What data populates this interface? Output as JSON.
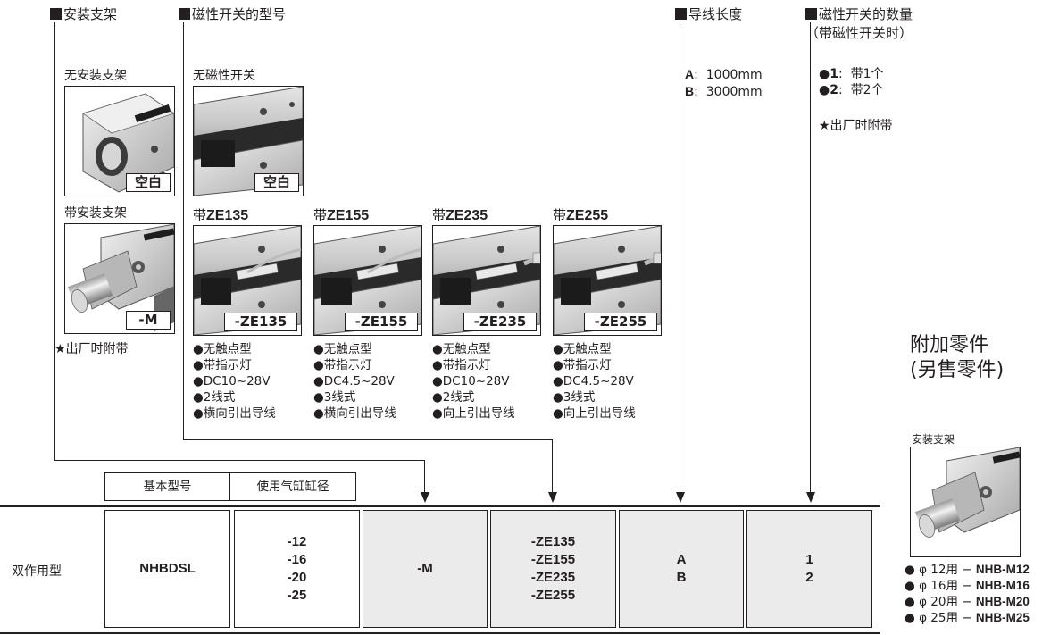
{
  "headers": {
    "bracket": "安装支架",
    "switch_model": "磁性开关的型号",
    "lead_length": "导线长度",
    "switch_count": "磁性开关的数量",
    "switch_count_sub": "（带磁性开关时）"
  },
  "bracket_options": {
    "none_label": "无安装支架",
    "none_code": "空白",
    "with_label": "带安装支架",
    "with_code": "-M",
    "note": "★出厂时附带"
  },
  "switch_none": {
    "label": "无磁性开关",
    "code": "空白"
  },
  "switches": [
    {
      "prefix": "带",
      "model": "ZE135",
      "code": "-ZE135",
      "features": [
        "●无触点型",
        "●带指示灯",
        "●DC10~28V",
        "●2线式",
        "●横向引出导线"
      ]
    },
    {
      "prefix": "带",
      "model": "ZE155",
      "code": "-ZE155",
      "features": [
        "●无触点型",
        "●带指示灯",
        "●DC4.5~28V",
        "●3线式",
        "●横向引出导线"
      ]
    },
    {
      "prefix": "带",
      "model": "ZE235",
      "code": "-ZE235",
      "features": [
        "●无触点型",
        "●带指示灯",
        "●DC10~28V",
        "●2线式",
        "●向上引出导线"
      ]
    },
    {
      "prefix": "带",
      "model": "ZE255",
      "code": "-ZE255",
      "features": [
        "●无触点型",
        "●带指示灯",
        "●DC4.5~28V",
        "●3线式",
        "●向上引出导线"
      ]
    }
  ],
  "lead_options": [
    {
      "code": "A",
      "value": "1000mm"
    },
    {
      "code": "B",
      "value": "3000mm"
    }
  ],
  "count_options": [
    {
      "code": "●1",
      "value": "带1个"
    },
    {
      "code": "●2",
      "value": "带2个"
    }
  ],
  "count_note": "★出厂时附带",
  "table": {
    "col_basic": "基本型号",
    "col_bore": "使用气缸缸径",
    "row_label": "双作用型",
    "basic_model": "NHBDSL",
    "bores": [
      "-12",
      "-16",
      "-20",
      "-25"
    ],
    "bracket": "-M",
    "switch_codes": [
      "-ZE135",
      "-ZE155",
      "-ZE235",
      "-ZE255"
    ],
    "leads": [
      "A",
      "B"
    ],
    "counts": [
      "1",
      "2"
    ]
  },
  "accessory": {
    "title_line1": "附加零件",
    "title_line2": "(另售零件)",
    "photo_label": "安装支架",
    "items": [
      {
        "bore": "● φ 12用 − ",
        "part": "NHB-M12"
      },
      {
        "bore": "● φ 16用 − ",
        "part": "NHB-M16"
      },
      {
        "bore": "● φ 20用 − ",
        "part": "NHB-M20"
      },
      {
        "bore": "● φ 25用 − ",
        "part": "NHB-M25"
      }
    ]
  }
}
